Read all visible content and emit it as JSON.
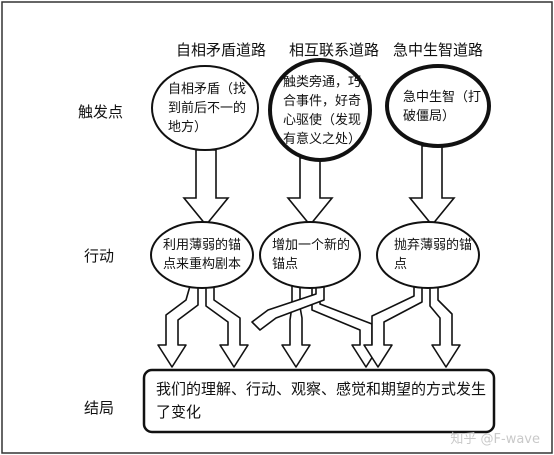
{
  "columns": {
    "c1": "自相矛盾道路",
    "c2": "相互联系道路",
    "c3": "急中生智道路"
  },
  "rows": {
    "trigger": "触发点",
    "action": "行动",
    "outcome": "结局"
  },
  "triggers": {
    "t1": "自相矛盾（找到前后不一的地方）",
    "t2": "触类旁通，巧合事件，好奇心驱使（发现有意义之处）",
    "t3": "急中生智（打破僵局）"
  },
  "actions": {
    "a1": "利用薄弱的锚点来重构剧本",
    "a2": "增加一个新的锚点",
    "a3": "抛弃薄弱的锚点"
  },
  "outcome": "我们的理解、行动、观察、感觉和期望的方式发生了变化",
  "watermark": "知乎 @F-wave"
}
